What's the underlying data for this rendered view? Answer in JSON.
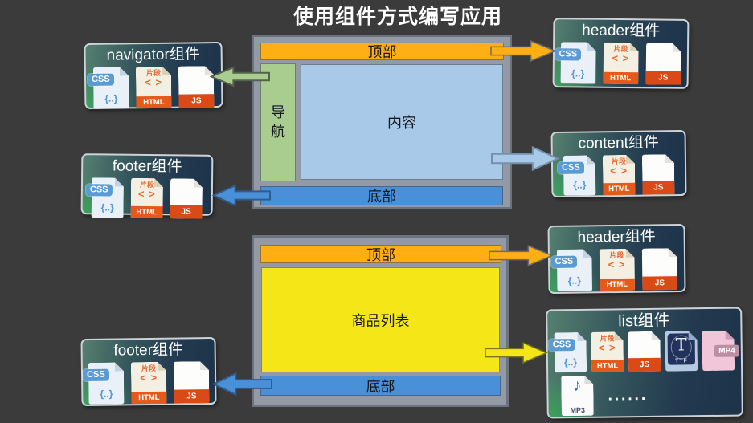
{
  "title": "使用组件方式编写应用",
  "page1": {
    "top": "顶部",
    "nav": "导\n航",
    "content": "内容",
    "bottom": "底部"
  },
  "page2": {
    "top": "顶部",
    "list": "商品列表",
    "bottom": "底部"
  },
  "cards": {
    "navigator": {
      "title": "navigator组件"
    },
    "header1": {
      "title": "header组件"
    },
    "footer1": {
      "title": "footer组件"
    },
    "content": {
      "title": "content组件"
    },
    "header2": {
      "title": "header组件"
    },
    "list": {
      "title": "list组件",
      "more": "......"
    },
    "footer2": {
      "title": "footer组件"
    }
  },
  "icons": {
    "css": {
      "badge": "CSS",
      "braces": "{..}"
    },
    "html": {
      "tag": "片段",
      "brackets": "< >",
      "label": "HTML"
    },
    "js": {
      "label": "JS"
    },
    "ttf": {
      "letter": "T",
      "label": "TTF"
    },
    "mp4": {
      "label": "MP4"
    },
    "mp3": {
      "note": "♪",
      "label": "MP3"
    }
  },
  "colors": {
    "background": "#3b3b3b",
    "header_bar_orange": "#ffae13",
    "nav_bar_green": "#a9cd8f",
    "content_area_blue": "#a8cae8",
    "footer_bar_blue": "#4a90d8",
    "list_area_yellow": "#f4e617",
    "frame_gray": "#949aa5",
    "card_navy": "#1d3349",
    "card_green": "#3aa45c"
  }
}
